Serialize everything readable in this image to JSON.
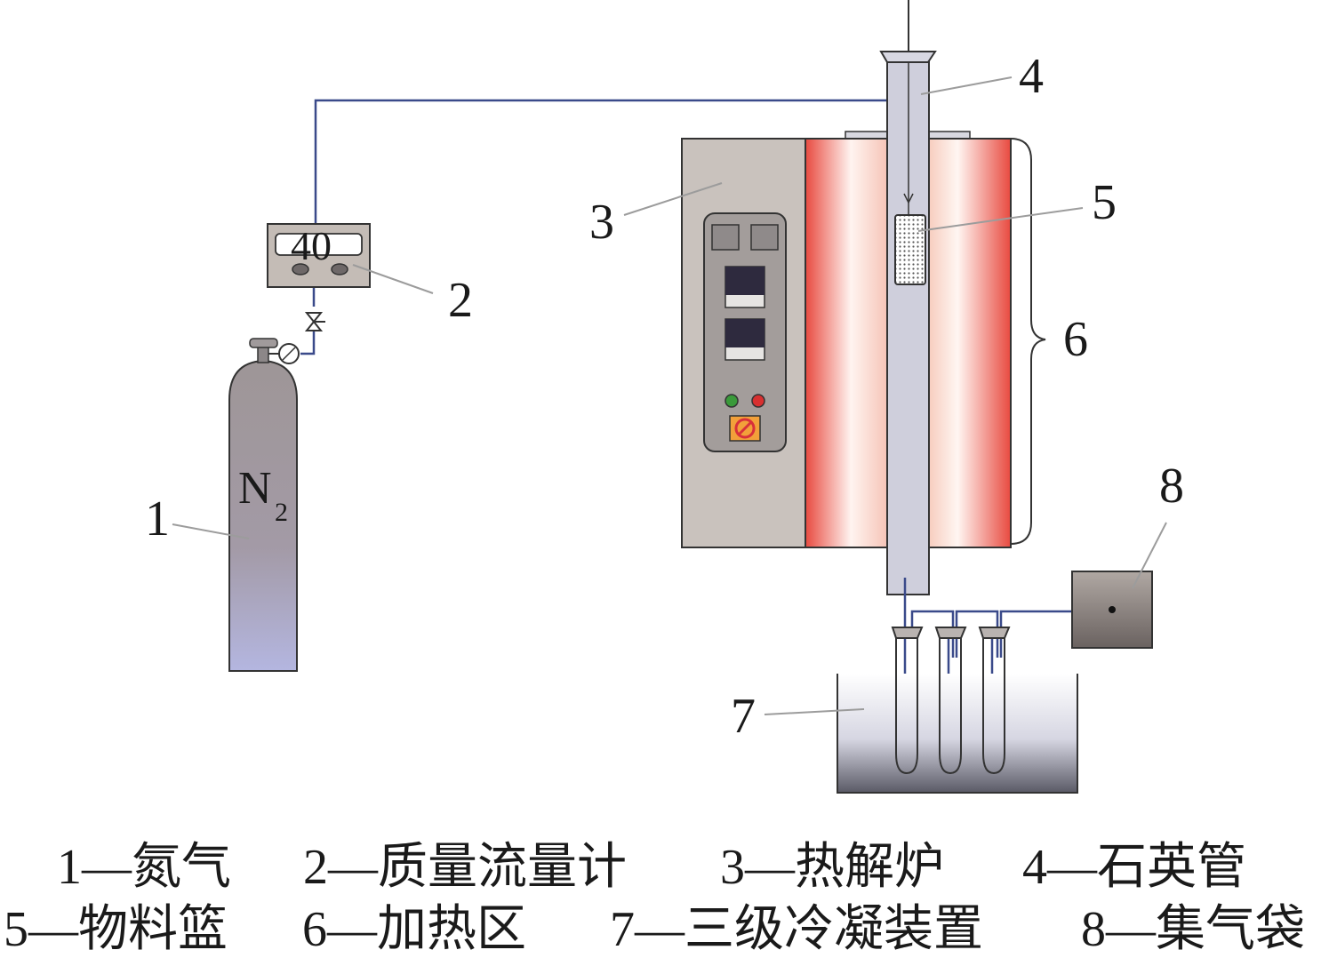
{
  "diagram": {
    "cylinder_label": "N",
    "cylinder_sub": "2",
    "flowmeter_display": "40",
    "callouts": [
      "1",
      "2",
      "3",
      "4",
      "5",
      "6",
      "7",
      "8"
    ]
  },
  "legend": {
    "row1": [
      "1—氮气",
      "2—质量流量计",
      "3—热解炉",
      "4—石英管"
    ],
    "row2": [
      "5—物料篮",
      "6—加热区",
      "7—三级冷凝装置",
      "8—集气袋"
    ]
  },
  "colors": {
    "pipe": "#3a4a8a",
    "furnace_body": "#c9c2bd",
    "heater_red": "#e8463e",
    "tube": "#cfcfdc",
    "led_green": "#3a9a3a",
    "led_red": "#d83030"
  }
}
